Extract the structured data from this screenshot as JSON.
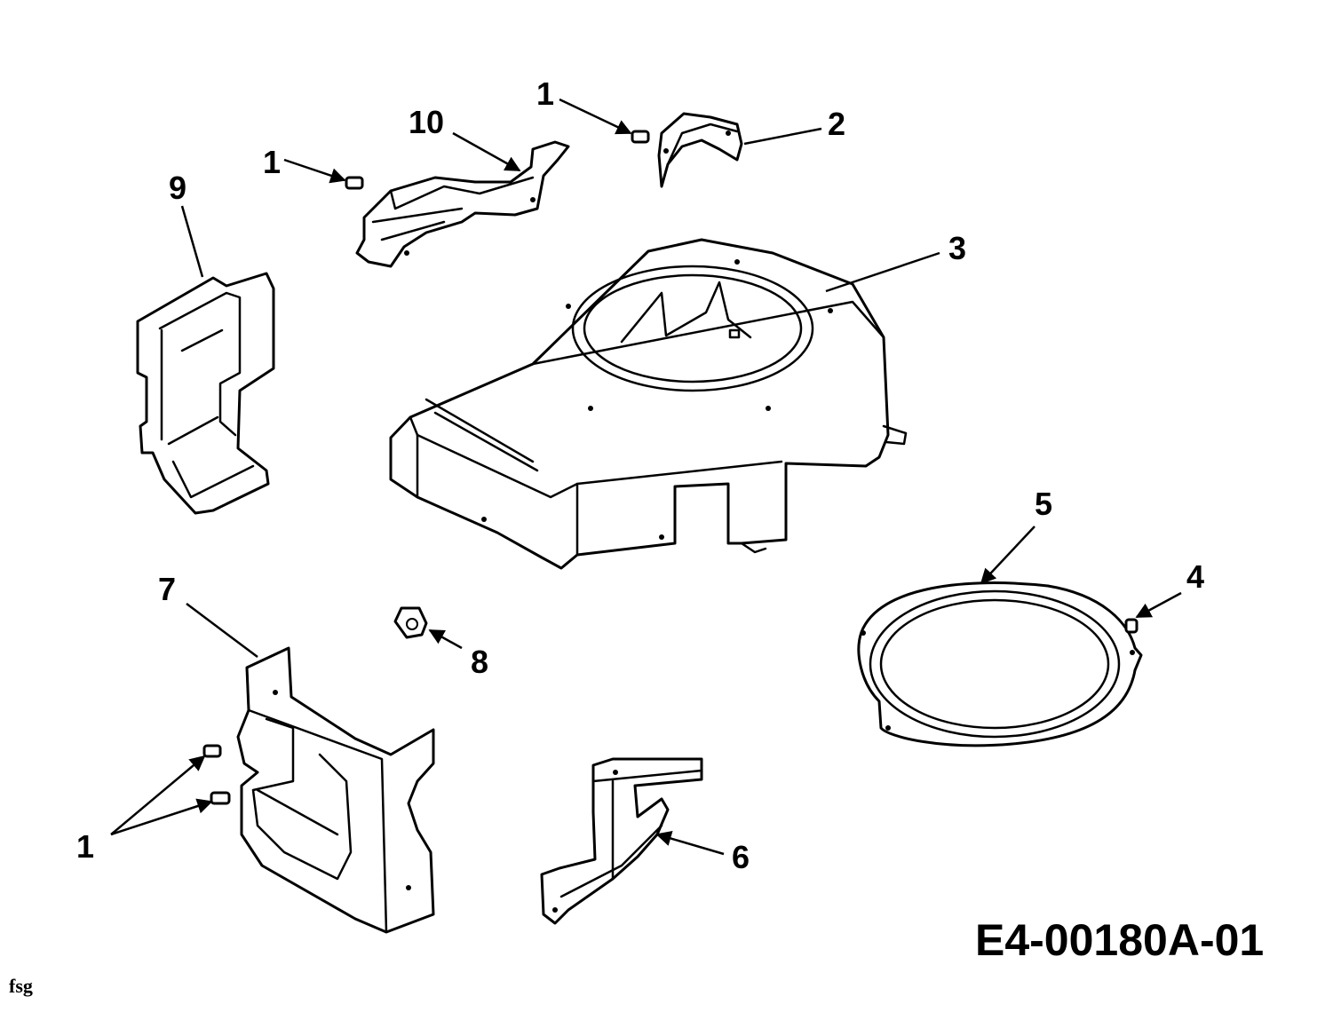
{
  "diagram": {
    "drawing_id": "E4-00180A-01",
    "footer_mark": "fsg",
    "callouts": [
      {
        "key": "c1a",
        "label": "1"
      },
      {
        "key": "c1b",
        "label": "1"
      },
      {
        "key": "c1c",
        "label": "1"
      },
      {
        "key": "c2",
        "label": "2"
      },
      {
        "key": "c3",
        "label": "3"
      },
      {
        "key": "c4",
        "label": "4"
      },
      {
        "key": "c5",
        "label": "5"
      },
      {
        "key": "c6",
        "label": "6"
      },
      {
        "key": "c7",
        "label": "7"
      },
      {
        "key": "c8",
        "label": "8"
      },
      {
        "key": "c9",
        "label": "9"
      },
      {
        "key": "c10",
        "label": "10"
      }
    ]
  }
}
